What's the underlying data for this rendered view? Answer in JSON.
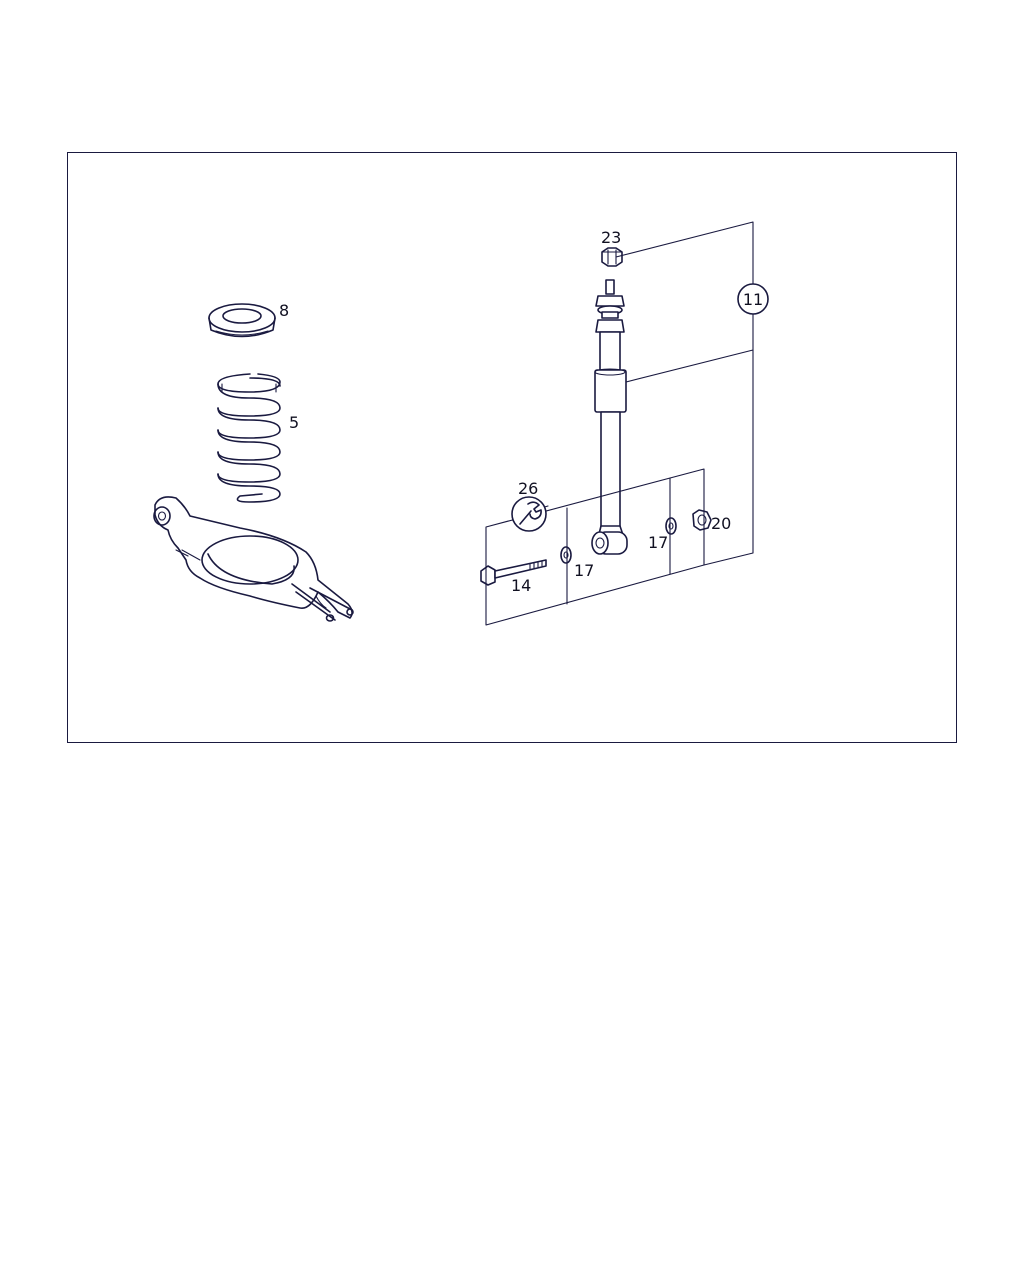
{
  "callouts": {
    "c8": "8",
    "c5": "5",
    "c23": "23",
    "c11": "11",
    "c26": "26",
    "c20": "20",
    "c17a": "17",
    "c17b": "17",
    "c14": "14"
  },
  "colors": {
    "line": "#1a1a40",
    "background": "#ffffff"
  }
}
